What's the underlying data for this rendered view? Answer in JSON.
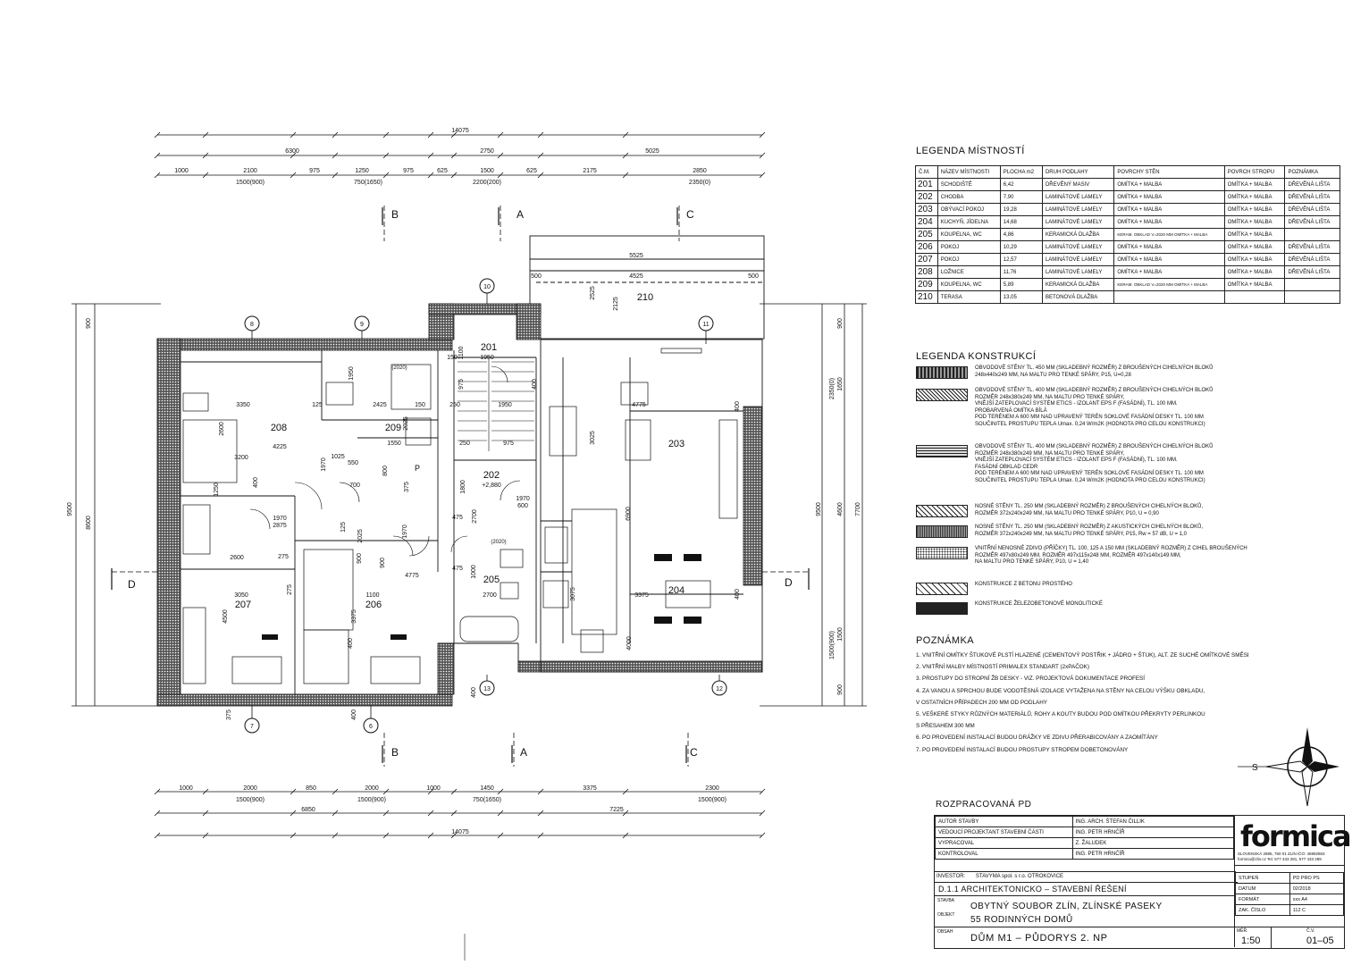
{
  "dimensions": {
    "top_overall": "14075",
    "top_segments": [
      "6300",
      "2750",
      "5025"
    ],
    "top_detail": [
      "1000",
      "2100",
      "975",
      "1250",
      "975",
      "625",
      "1500",
      "625",
      "2175",
      "2850"
    ],
    "top_openings": [
      "1500(900)",
      "750(1650)",
      "2200(200)",
      "2350(0)"
    ],
    "bottom_detail": [
      "1000",
      "2000",
      "850",
      "2000",
      "1000",
      "1450",
      "3375",
      "2300"
    ],
    "bottom_openings": [
      "1500(900)",
      "1500(900)",
      "750(1650)",
      "1500(900)"
    ],
    "bottom_segments": [
      "6850",
      "7225"
    ],
    "bottom_overall": "14075",
    "left_vertical": [
      "900",
      "9500",
      "8600"
    ],
    "right_vertical": [
      "900",
      "1650",
      "2350(0)",
      "4600",
      "7700",
      "9500",
      "1500",
      "1500(900)",
      "900"
    ],
    "terrace": [
      "5525",
      "500",
      "4525",
      "500",
      "2525",
      "2125"
    ],
    "interior": [
      "3350",
      "2425",
      "125",
      "150",
      "250",
      "1950",
      "4775",
      "1250",
      "2025",
      "2600",
      "1025",
      "1550",
      "150",
      "975",
      "3200",
      "4225",
      "3025",
      "6900",
      "1970",
      "2600",
      "550",
      "700",
      "1970",
      "600",
      "1970",
      "800",
      "1970",
      "2875",
      "3050",
      "1100",
      "4775",
      "3375",
      "4500",
      "3075",
      "1800",
      "2700",
      "475",
      "1000",
      "275",
      "275",
      "475",
      "900",
      "900",
      "4000",
      "125",
      "375",
      "1100",
      "2025",
      "975",
      "1950",
      "375",
      "400",
      "400",
      "400",
      "400",
      "400",
      "400",
      "400",
      "400"
    ]
  },
  "plan": {
    "rooms": [
      "208",
      "209",
      "201",
      "202",
      "203",
      "207",
      "206",
      "205",
      "204",
      "210"
    ],
    "level_mark": "+2,880",
    "items_2020": [
      "(2020)",
      "(2020)"
    ],
    "axis_numbers": [
      "8",
      "9",
      "10",
      "11",
      "7",
      "6",
      "13",
      "12"
    ],
    "section_marks": [
      "B",
      "A",
      "C",
      "B",
      "A",
      "C",
      "D",
      "D"
    ],
    "shaft_mark": "P"
  },
  "legenda_mistnosti": {
    "title": "LEGENDA MÍSTNOSTÍ",
    "headers": [
      "Č.M.",
      "NÁZEV MÍSTNOSTI",
      "PLOCHA m2",
      "DRUH PODLAHY",
      "POVRCHY STĚN",
      "POVRCH STROPU",
      "POZNÁMKA"
    ],
    "rows": [
      [
        "201",
        "SCHODIŠTĚ",
        "6,42",
        "DŘEVĚNÝ MASIV",
        "OMÍTKA + MALBA",
        "OMÍTKA + MALBA",
        "DŘEVĚNÁ LIŠTA"
      ],
      [
        "202",
        "CHODBA",
        "7,90",
        "LAMINÁTOVÉ LAMELY",
        "OMÍTKA + MALBA",
        "OMÍTKA + MALBA",
        "DŘEVĚNÁ LIŠTA"
      ],
      [
        "203",
        "OBÝVACÍ POKOJ",
        "19,28",
        "LAMINÁTOVÉ LAMELY",
        "OMÍTKA + MALBA",
        "OMÍTKA + MALBA",
        "DŘEVĚNÁ LIŠTA"
      ],
      [
        "204",
        "KUCHYŇ, JÍDELNA",
        "14,68",
        "LAMINÁTOVÉ LAMELY",
        "OMÍTKA + MALBA",
        "OMÍTKA + MALBA",
        "DŘEVĚNÁ LIŠTA"
      ],
      [
        "205",
        "KOUPELNA, WC",
        "4,86",
        "KERAMICKÁ DLAŽBA",
        "KERAM. OBKLAD V=2020 MM OMÍTKA + MALBA",
        "OMÍTKA + MALBA",
        ""
      ],
      [
        "206",
        "POKOJ",
        "10,29",
        "LAMINÁTOVÉ LAMELY",
        "OMÍTKA + MALBA",
        "OMÍTKA + MALBA",
        "DŘEVĚNÁ LIŠTA"
      ],
      [
        "207",
        "POKOJ",
        "12,57",
        "LAMINÁTOVÉ LAMELY",
        "OMÍTKA + MALBA",
        "OMÍTKA + MALBA",
        "DŘEVĚNÁ LIŠTA"
      ],
      [
        "208",
        "LOŽNICE",
        "11,76",
        "LAMINÁTOVÉ LAMELY",
        "OMÍTKA + MALBA",
        "OMÍTKA + MALBA",
        "DŘEVĚNÁ LIŠTA"
      ],
      [
        "209",
        "KOUPELNA, WC",
        "5,89",
        "KERAMICKÁ DLAŽBA",
        "KERAM. OBKLAD V=2020 MM OMÍTKA + MALBA",
        "OMÍTKA + MALBA",
        ""
      ],
      [
        "210",
        "TERASA",
        "13,05",
        "BETONOVÁ DLAŽBA",
        "",
        "",
        ""
      ]
    ]
  },
  "legenda_konstrukci": {
    "title": "LEGENDA KONSTRUKCÍ",
    "items": [
      {
        "pattern": "block450",
        "text": "OBVODOVÉ STĚNY TL. 450 MM (SKLADEBNÝ ROZMĚR) Z BROUŠENÝCH CIHELNÝCH BLOKŮ\n248x440x249 MM, NA MALTU PRO TENKÉ SPÁRY, P15, U=0,28"
      },
      {
        "pattern": "block400",
        "text": "OBVODOVÉ STĚNY TL. 400 MM (SKLADEBNÝ ROZMĚR) Z BROUŠENÝCH CIHELNÝCH BLOKŮ\nROZMĚR 248x380x249 MM, NA MALTU PRO TENKÉ SPÁRY,\nVNĚJŠÍ ZATEPLOVACÍ SYSTÉM ETICS - IZOLANT EPS F (FASÁDNÍ), TL. 100 MM.\nPROBARVENÁ OMÍTKA BÍLÁ\nPOD TERÉNEM A 600 MM NAD UPRAVENÝ TERÉN SOKLOVÉ FASÁDNÍ DESKY TL. 100 MM\nSOUČINITEL PROSTUPU TEPLA Umax. 0,24 W/m2K (HODNOTA PRO CELOU KONSTRUKCI)"
      },
      {
        "pattern": "cedar",
        "text": "OBVODOVÉ STĚNY TL. 400 MM (SKLADEBNÝ ROZMĚR) Z BROUŠENÝCH CIHELNÝCH BLOKŮ\nROZMĚR 248x380x249 MM, NA MALTU PRO TENKÉ SPÁRY,\nVNĚJŠÍ ZATEPLOVACÍ SYSTÉM ETICS - IZOLANT EPS F (FASÁDNÍ), TL. 100 MM.\nFASÁDNÍ OBKLAD CEDR\nPOD TERÉNEM A 600 MM NAD UPRAVENÝ TERÉN SOKLOVÉ FASÁDNÍ DESKY TL. 100 MM\nSOUČINITEL PROSTUPU TEPLA Umax. 0,24 W/m2K (HODNOTA PRO CELOU KONSTRUKCI)"
      },
      {
        "pattern": "hatch",
        "text": "NOSNÉ STĚNY TL. 250 MM (SKLADEBNÝ ROZMĚR) Z BROUŠENÝCH CIHELNÝCH BLOKŮ,\nROZMĚR 372x240x249 MM, NA MALTU PRO TENKÉ SPÁRY, P10, U = 0,90"
      },
      {
        "pattern": "acoustic",
        "text": "NOSNÉ STĚNY TL. 250 MM (SKLADEBNÝ ROZMĚR) Z AKUSTICKÝCH CIHELNÝCH BLOKŮ,\nROZMĚR 372x240x249 MM, NA MALTU PRO TENKÉ SPÁRY, P15, Rw = 57 dB, U = 1,0"
      },
      {
        "pattern": "partition",
        "text": "VNITŘNÍ NENOSNÉ ZDIVO (PŘÍČKY) TL. 100, 125 A 150 MM (SKLADEBNÝ ROZMĚR) Z CIHEL BROUŠENÝCH\nROZMĚR 497x80x249 MM, ROZMĚR 497x115x248 MM, ROZMĚR 497x140x149 MM,\nNA MALTU PRO TENKÉ SPÁRY, P10, U = 1,40"
      },
      {
        "pattern": "concrete",
        "text": "KONSTRUKCE Z BETONU PROSTÉHO"
      },
      {
        "pattern": "rc",
        "text": "KONSTRUKCE ŽELEZOBETONOVÉ MONOLITICKÉ"
      }
    ]
  },
  "poznamka": {
    "title": "POZNÁMKA",
    "items": [
      "1.  VNITŘNÍ OMÍTKY ŠTUKOVÉ PLSTÍ HLAZENÉ (CEMENTOVÝ POSTŘIK + JÁDRO + ŠTUK), ALT. ZE SUCHÉ OMÍTKOVÉ SMĚSI",
      "2.  VNITŘNÍ MALBY MÍSTNOSTÍ PRIMALEX STANDART (2xPAČOK)",
      "3.  PROSTUPY DO STROPNÍ ŽB DESKY - VIZ. PROJEKTOVÁ DOKUMENTACE PROFESÍ",
      "4.  ZA VANOU A SPRCHOU BUDE VODOTĚSNÁ IZOLACE VYTAŽENA NA STĚNY NA CELOU VÝŠKU OBKLADU,",
      "     V OSTATNÍCH PŘÍPADECH 200 MM OD PODLAHY",
      "5.  VEŠKERÉ STYKY RŮZNÝCH MATERIÁLŮ, ROHY A KOUTY BUDOU POD OMÍTKOU PŘEKRYTY PERLINKOU",
      "     S PŘESAHEM 300 MM",
      "6.  PO PROVEDENÍ INSTALACÍ BUDOU DRÁŽKY VE ZDIVU PŘERABICOVÁNY A ZAOMÍTÁNY",
      "7.  PO PROVEDENÍ INSTALACÍ BUDOU PROSTUPY STROPEM DOBETONOVÁNY"
    ]
  },
  "north_mark": "S",
  "title_block": {
    "heading": "ROZPRACOVANÁ PD",
    "people": [
      [
        "AUTOR STAVBY",
        "ING. ARCH. ŠTEFAN ČILLIK"
      ],
      [
        "VEDOUCÍ PROJEKTANT STAVEBNÍ ČÁSTI",
        "ING. PETR HRNČÍŘ"
      ],
      [
        "VYPRACOVAL",
        "Z. ŽALUDEK"
      ],
      [
        "KONTROLOVAL",
        "ING. PETR HRNČÍŘ"
      ]
    ],
    "investor_label": "INVESTOR:",
    "investor": "STAVYMA spol. s r.o. OTROKOVICE",
    "part": "D.1.1  ARCHITEKTONICKO – STAVEBNÍ ŘEŠENÍ",
    "stavba_label": "STAVBA",
    "objekt_label": "OBJEKT",
    "stavba": "OBYTNÝ SOUBOR ZLÍN, ZLÍNSKÉ PASEKY",
    "objekt": "55 RODINNÝCH DOMŮ",
    "obsah_label": "OBSAH",
    "obsah": "DŮM M1 – PŮDORYS 2. NP",
    "logo": "formica",
    "company_lines": [
      "SLOVENSKÁ 2885, 760 01 ZLÍN IČO: 46992863",
      "formica@zlin.cz  Tel. 577 433 281, 577 433 289"
    ],
    "meta": [
      [
        "STUPEŇ",
        "PD PRO PS"
      ],
      [
        "DATUM",
        "02/2018"
      ],
      [
        "FORMÁT",
        "xxx A4"
      ],
      [
        "ZAK. ČÍSLO",
        "112 C"
      ]
    ],
    "scale_label": "MĚŘ.",
    "scale": "1:50",
    "drawing_no_label": "Č.V.",
    "drawing_no": "01–05"
  }
}
